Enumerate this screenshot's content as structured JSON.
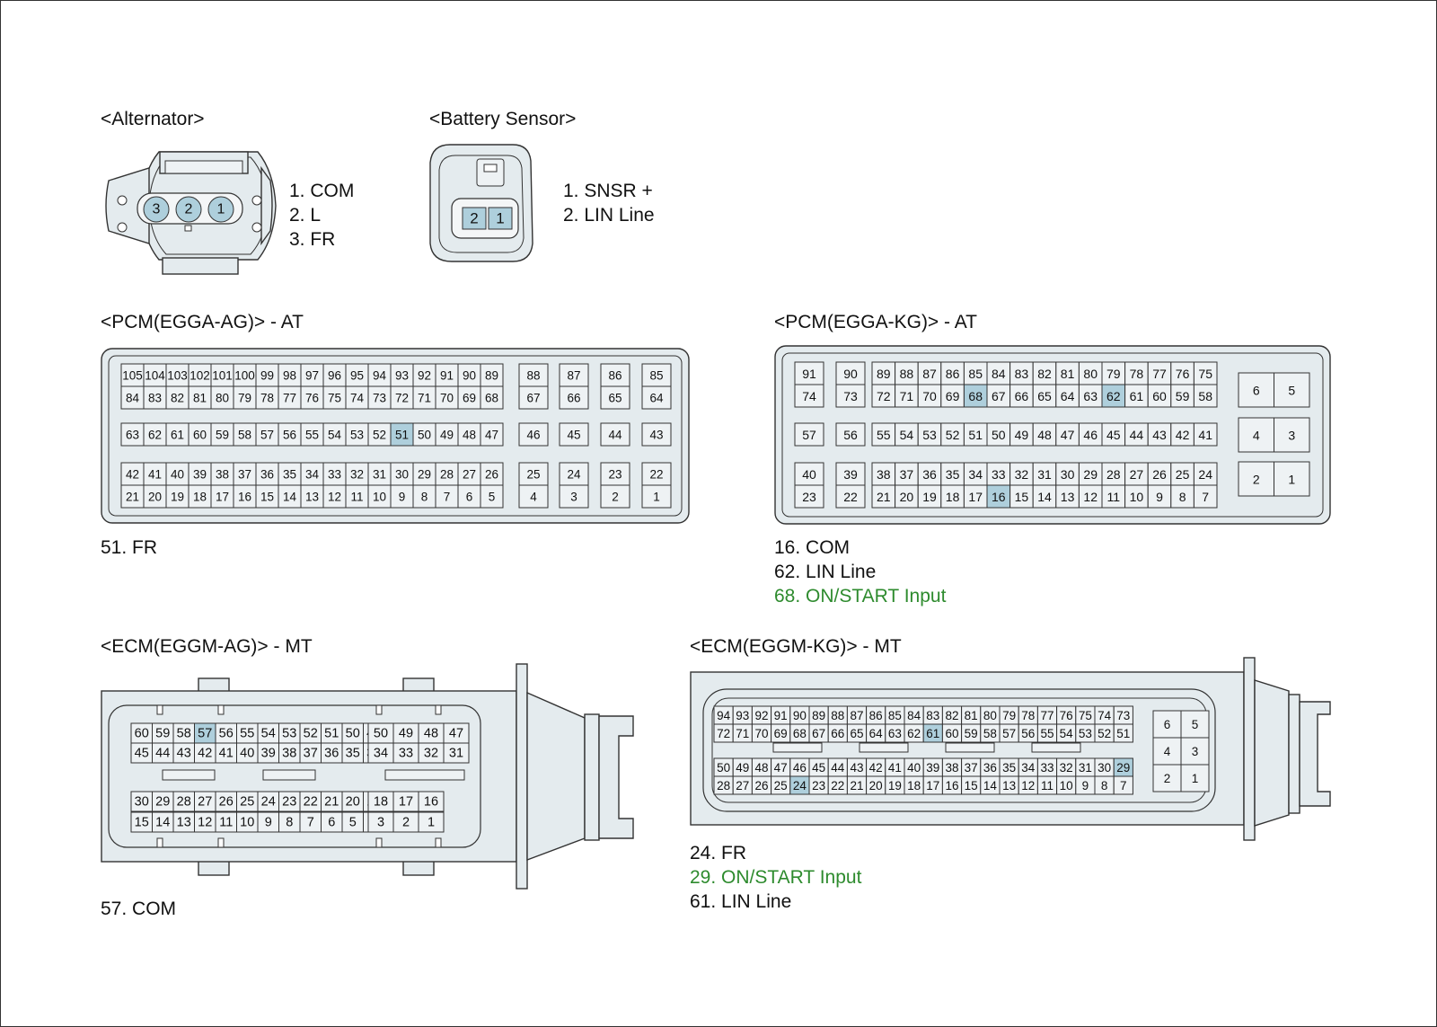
{
  "connectors": {
    "alternator": {
      "title": "<Alternator>",
      "pins": [
        "3",
        "2",
        "1"
      ],
      "legend": [
        {
          "text": "1. COM",
          "color": "black"
        },
        {
          "text": "2. L",
          "color": "black"
        },
        {
          "text": "3. FR",
          "color": "black"
        }
      ]
    },
    "battery_sensor": {
      "title": "<Battery Sensor>",
      "pins": [
        "2",
        "1"
      ],
      "legend": [
        {
          "text": "1. SNSR +",
          "color": "black"
        },
        {
          "text": "2. LIN Line",
          "color": "black"
        }
      ]
    },
    "pcm_egga_ag": {
      "title": "<PCM(EGGA-AG)> - AT",
      "highlighted_pins": [
        "51"
      ],
      "legend": [
        {
          "text": "51. FR",
          "color": "black"
        }
      ]
    },
    "pcm_egga_kg": {
      "title": "<PCM(EGGA-KG)> - AT",
      "highlighted_pins": [
        "68",
        "62",
        "16"
      ],
      "legend": [
        {
          "text": "16. COM",
          "color": "black"
        },
        {
          "text": "62. LIN Line",
          "color": "black"
        },
        {
          "text": "68. ON/START Input",
          "color": "green"
        }
      ]
    },
    "ecm_eggm_ag": {
      "title": "<ECM(EGGM-AG)> - MT",
      "highlighted_pins": [
        "57"
      ],
      "legend": [
        {
          "text": "57. COM",
          "color": "black"
        }
      ]
    },
    "ecm_eggm_kg": {
      "title": "<ECM(EGGM-KG)> - MT",
      "highlighted_pins": [
        "61",
        "29",
        "24"
      ],
      "legend": [
        {
          "text": "24. FR",
          "color": "black"
        },
        {
          "text": "29. ON/START Input",
          "color": "green"
        },
        {
          "text": "61. LIN Line",
          "color": "black"
        }
      ]
    }
  },
  "colors": {
    "frame": "#e4ebee",
    "pin": "#eef2f4",
    "highlight": "#aecfdc",
    "green_text": "#2e8b2e",
    "outline": "#333333"
  }
}
